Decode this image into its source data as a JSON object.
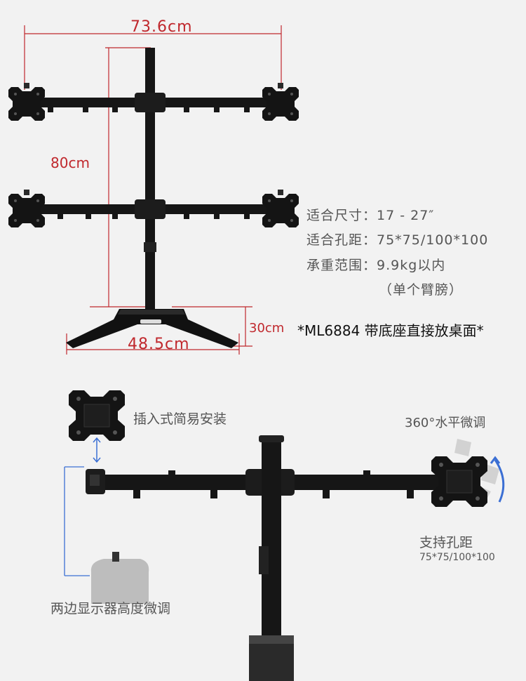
{
  "dimensions": {
    "width_label": "73.6cm",
    "height_label": "80cm",
    "base_label": "48.5cm",
    "depth_label": "30cm"
  },
  "specs": {
    "size": "适合尺寸：17 - 27″",
    "vesa": "适合孔距：75*75/100*100",
    "load": "承重范围：9.9kg以内",
    "load_note": "（单个臂膀）"
  },
  "model_note": "*ML6884 带底座直接放桌面*",
  "features": {
    "quick_install": "插入式简易安装",
    "rotation": "360°水平微调",
    "vesa_title": "支持孔距",
    "vesa_values": "75*75/100*100",
    "height_adjust": "两边显示器高度微调"
  },
  "colors": {
    "dimension_line": "#c0282d",
    "accent_blue": "#3b6fd4",
    "metal": "#161616"
  }
}
